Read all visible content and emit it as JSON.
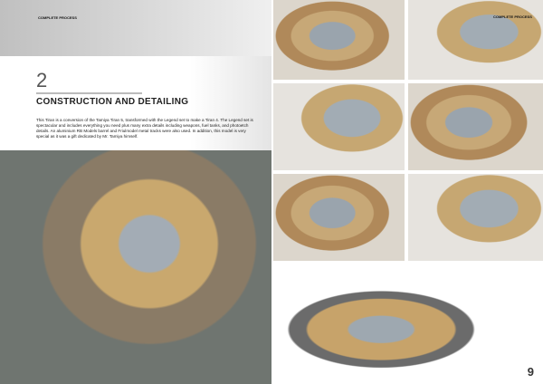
{
  "header": {
    "running_title": "COMPLETE PROCESS"
  },
  "chapter": {
    "number": "2",
    "title": "CONSTRUCTION AND DETAILING",
    "body": "This Tiran is a conversion of the Tamiya Tiran 5, transformed with the Legend set to make a Tiran 4. The Legend set is spectacular and includes everything you need plus many extra details including weapons, fuel tanks, and photoetch details. An aluminium RB Models barrel and Friulmodel metal tracks were also used. In addition, this model is very special as it was a gift dedicated by Mr. Tamiya himself."
  },
  "page_number": "9"
}
